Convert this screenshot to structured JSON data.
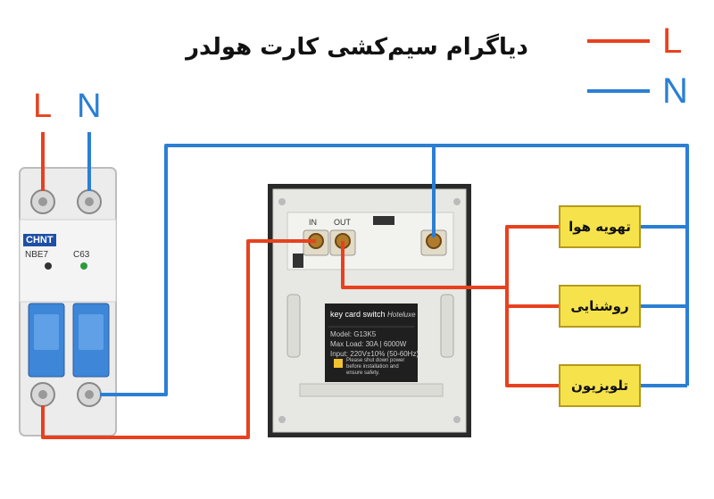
{
  "title": "دیاگرام سیم‌کشی کارت هولدر",
  "legend": {
    "line_label": "L",
    "neutral_label": "N",
    "line_color": "#e8411f",
    "neutral_color": "#2a7fd4"
  },
  "breaker": {
    "terminal_l": "L",
    "terminal_n": "N",
    "brand": "CHNT",
    "model": "NBE7",
    "rating": "C63"
  },
  "switch": {
    "in_label": "IN",
    "out_label": "OUT",
    "plate_title": "key card switch",
    "plate_brand": "Hoteluxe",
    "plate_model": "Model: G13K5",
    "plate_load": "Max Load: 30A | 6000W",
    "plate_input": "Input: 220V±10% (50-60Hz)",
    "plate_warning": "Please shut down power before installation and ensure safety."
  },
  "loads": [
    {
      "label": "تهویه هوا"
    },
    {
      "label": "روشنایی"
    },
    {
      "label": "تلویزیون"
    }
  ]
}
